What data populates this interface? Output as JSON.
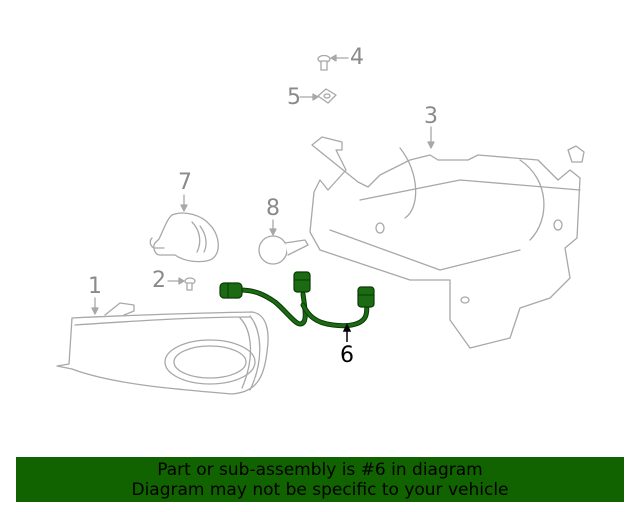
{
  "diagram": {
    "callouts": [
      {
        "number": "1",
        "part": "fog-lamp-housing"
      },
      {
        "number": "2",
        "part": "screw"
      },
      {
        "number": "3",
        "part": "lamp-bracket"
      },
      {
        "number": "4",
        "part": "bolt"
      },
      {
        "number": "5",
        "part": "clip-nut"
      },
      {
        "number": "6",
        "part": "wiring-harness"
      },
      {
        "number": "7",
        "part": "fog-lamp-bulb"
      },
      {
        "number": "8",
        "part": "side-bulb"
      }
    ],
    "highlighted_part": "6",
    "line_color": "#a8a8a8",
    "label_color": "#8a8a8a",
    "highlight_color": "#1b6b12",
    "highlight_dark": "#0a3a05"
  },
  "banner": {
    "line1": "Part or sub-assembly is #6 in diagram",
    "line2": "Diagram may not be specific to your vehicle",
    "background": "#116300"
  }
}
